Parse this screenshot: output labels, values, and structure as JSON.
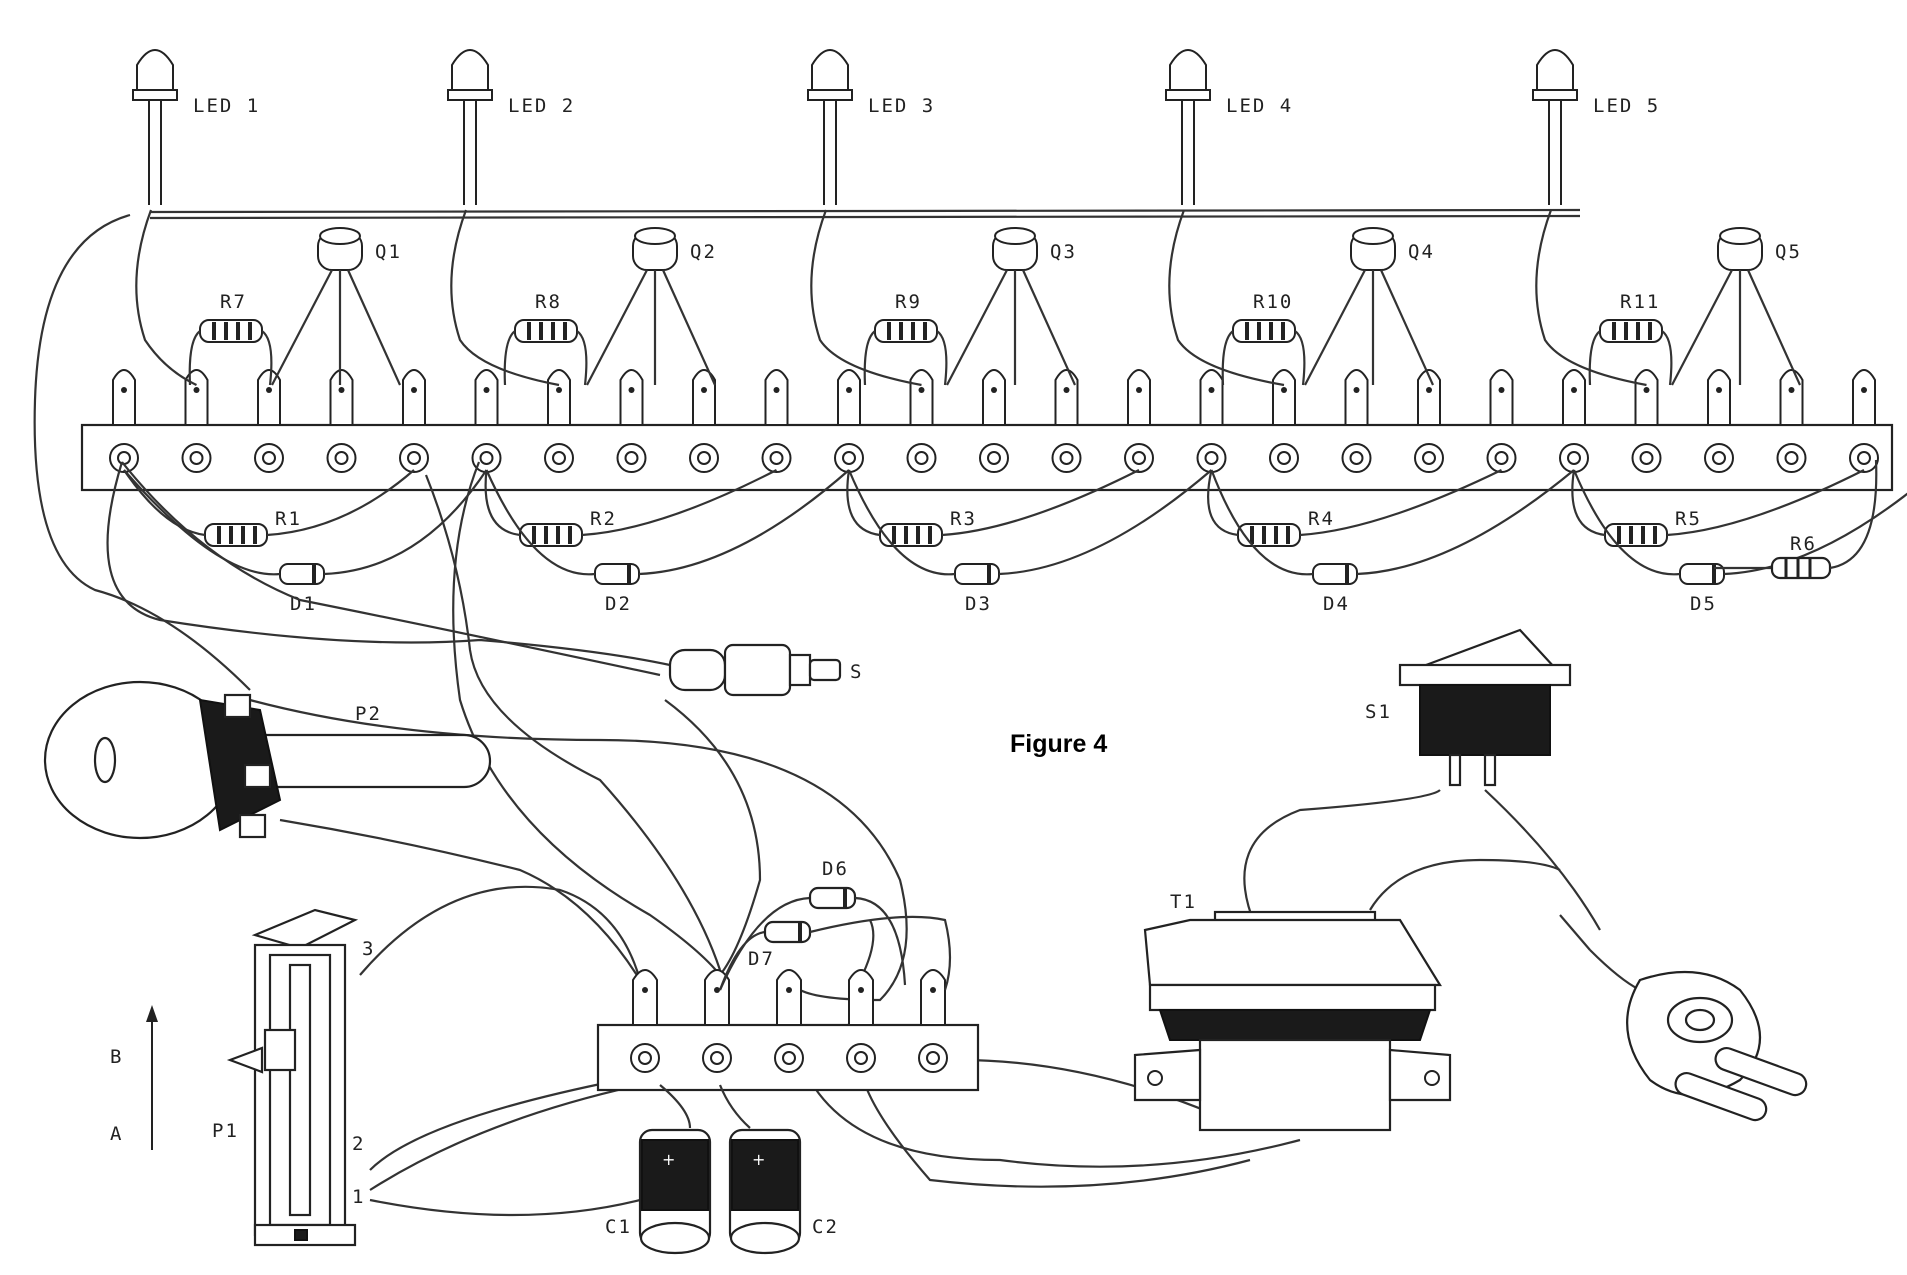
{
  "figure_title": "Figure 4",
  "leds": [
    "LED 1",
    "LED 2",
    "LED 3",
    "LED 4",
    "LED 5"
  ],
  "transistors": [
    "Q1",
    "Q2",
    "Q3",
    "Q4",
    "Q5"
  ],
  "top_resistors": [
    "R7",
    "R8",
    "R9",
    "R10",
    "R11"
  ],
  "bottom_resistors": [
    "R1",
    "R2",
    "R3",
    "R4",
    "R5"
  ],
  "diodes": [
    "D1",
    "D2",
    "D3",
    "D4",
    "D5"
  ],
  "extra_resistor": "R6",
  "pot_rotary": "P2",
  "switch_s": "S",
  "switch_s1": "S1",
  "pot_slide": "P1",
  "pot_pins": [
    "3",
    "2",
    "1"
  ],
  "diode_d6": "D6",
  "diode_d7": "D7",
  "transformer": "T1",
  "capacitors": [
    "C1",
    "C2"
  ],
  "arrow_labels": {
    "up": "B",
    "down": "A"
  }
}
